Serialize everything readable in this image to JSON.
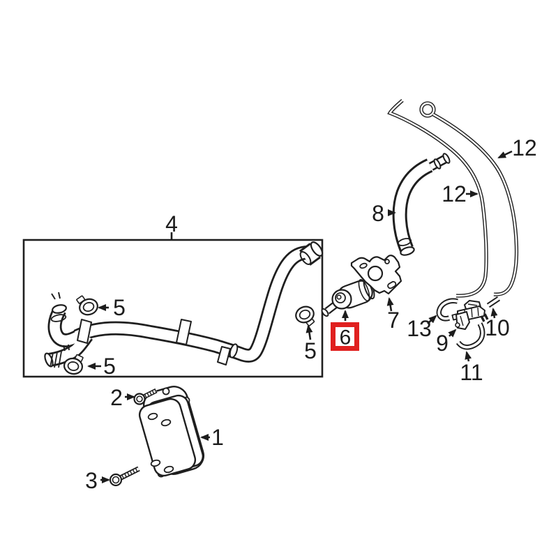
{
  "colors": {
    "background": "#ffffff",
    "line": "#1f1f1f",
    "label_text": "#1c1c1c",
    "highlight_red": "#e0201f"
  },
  "callouts": {
    "c1": {
      "text": "1"
    },
    "c2": {
      "text": "2"
    },
    "c3": {
      "text": "3"
    },
    "c4": {
      "text": "4"
    },
    "c5a": {
      "text": "5"
    },
    "c5b": {
      "text": "5"
    },
    "c5c": {
      "text": "5"
    },
    "c6": {
      "text": "6",
      "highlighted": true
    },
    "c7": {
      "text": "7"
    },
    "c8": {
      "text": "8"
    },
    "c9": {
      "text": "9"
    },
    "c10": {
      "text": "10"
    },
    "c11": {
      "text": "11"
    },
    "c12a": {
      "text": "12"
    },
    "c12b": {
      "text": "12"
    },
    "c13": {
      "text": "13"
    }
  }
}
